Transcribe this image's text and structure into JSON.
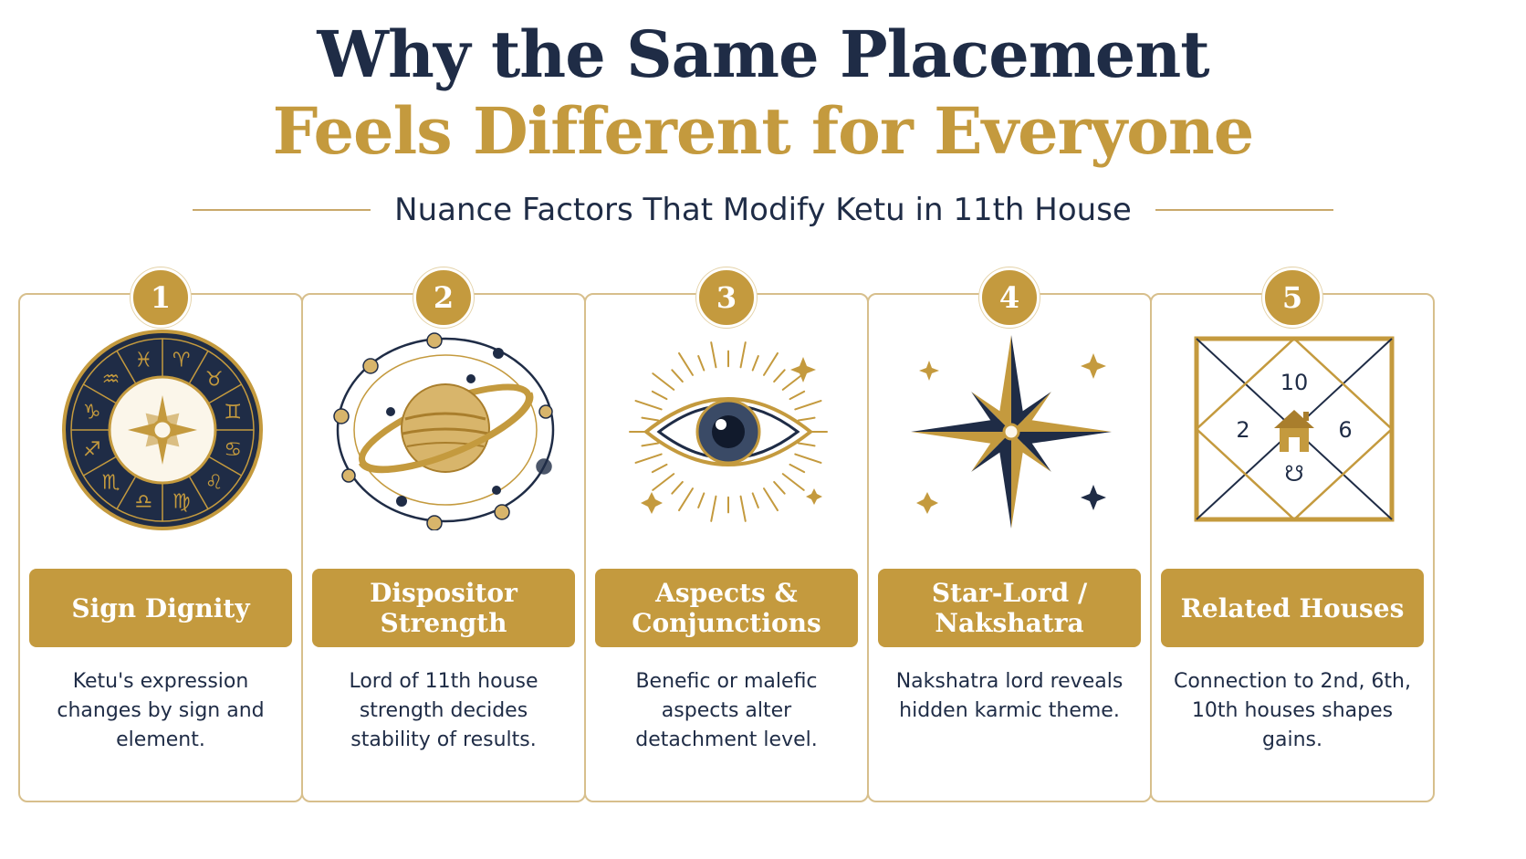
{
  "title": {
    "line1": "Why the Same Placement",
    "line2": "Feels Different for Everyone"
  },
  "subtitle": "Nuance Factors That Modify Ketu in 11th House",
  "colors": {
    "navy": "#1f2c46",
    "gold": "#c49a3e",
    "border": "#d7bf8c"
  },
  "cards": [
    {
      "number": "1",
      "icon": "zodiac-wheel-icon",
      "label": "Sign Dignity",
      "description": "Ketu's expression changes by sign and element.",
      "zodiac_glyphs": [
        "♈",
        "♉",
        "♊",
        "♋",
        "♌",
        "♍",
        "♎",
        "♏",
        "♐",
        "♑",
        "♒",
        "♓"
      ]
    },
    {
      "number": "2",
      "icon": "saturn-orbit-icon",
      "label": "Dispositor Strength",
      "description": "Lord of 11th house strength decides stability of results."
    },
    {
      "number": "3",
      "icon": "radiant-eye-icon",
      "label": "Aspects & Conjunctions",
      "description": "Benefic or malefic aspects alter detachment level."
    },
    {
      "number": "4",
      "icon": "compass-star-icon",
      "label": "Star-Lord / Nakshatra",
      "description": "Nakshatra lord reveals hidden karmic theme."
    },
    {
      "number": "5",
      "icon": "house-chart-icon",
      "label": "Related Houses",
      "description": "Connection to 2nd, 6th, 10th houses shapes gains.",
      "chart_numbers": {
        "top": "10",
        "left": "2",
        "right": "6",
        "bottom": "☋"
      }
    }
  ]
}
